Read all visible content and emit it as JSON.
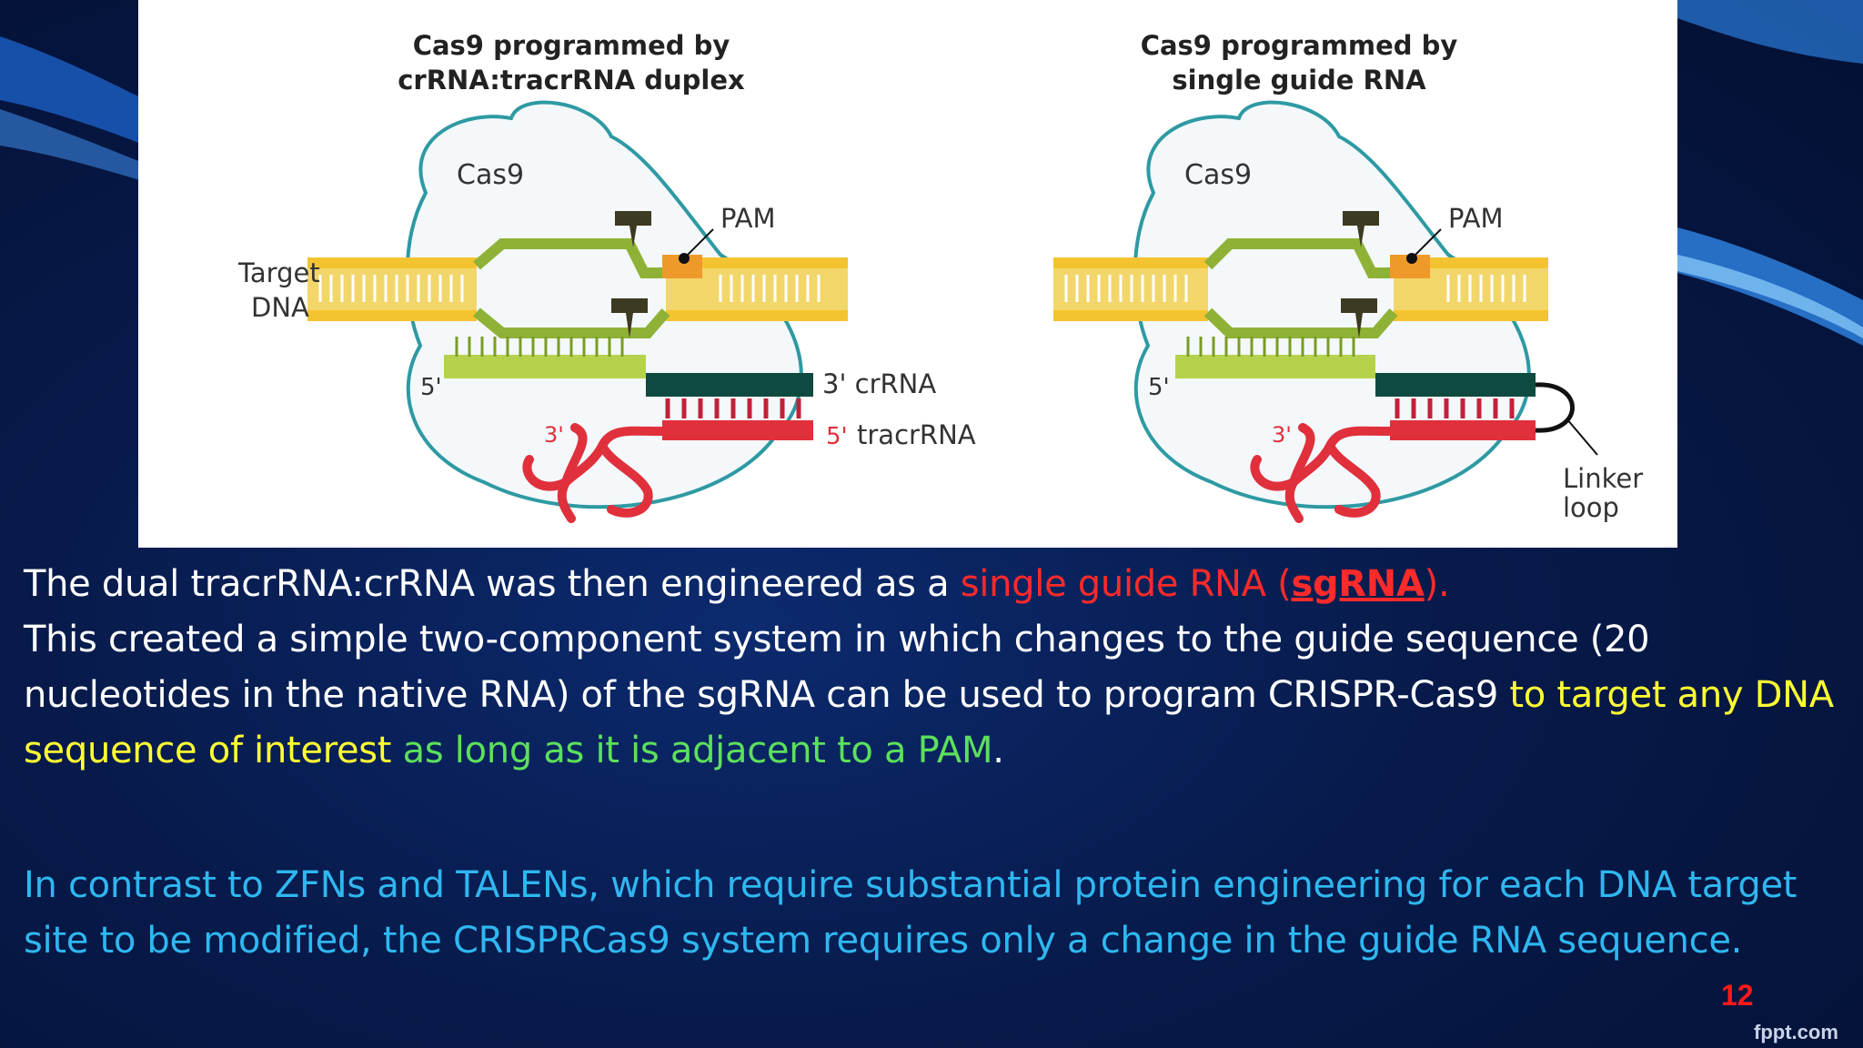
{
  "figure": {
    "left_panel": {
      "title_line1": "Cas9 programmed by",
      "title_line2": "crRNA:tracrRNA duplex",
      "cas9_label": "Cas9",
      "pam_label": "PAM",
      "target_dna_line1": "Target",
      "target_dna_line2": "DNA",
      "five_prime": "5'",
      "three_prime": "3'",
      "crrna_label": "3' crRNA",
      "tracrrna_prime": "5'",
      "tracrrna_label": "tracrRNA"
    },
    "right_panel": {
      "title_line1": "Cas9 programmed by",
      "title_line2": "single guide RNA",
      "cas9_label": "Cas9",
      "pam_label": "PAM",
      "five_prime": "5'",
      "three_prime": "3'",
      "linker_line1": "Linker",
      "linker_line2": "loop"
    },
    "colors": {
      "dna_yellow": "#f2c531",
      "rna_green": "#9bbf3a",
      "pam_orange": "#e8902a",
      "cas9_outline": "#3a9aa0",
      "crrna_dark": "#0e4a3f",
      "tracrrna_red": "#e0303c"
    }
  },
  "body_text": {
    "p1_a": "The dual tracrRNA:crRNA was then engineered as a ",
    "p1_red": "single guide RNA (",
    "p1_red_u": "sgRNA",
    "p1_red_end": ").",
    "p2_a": "This created a simple two-component system in which changes to the guide sequence (20 nucleotides in the native RNA) of the sgRNA can be used to program CRISPR-Cas9 ",
    "p2_yellow": "to target any DNA sequence of interest",
    "p2_green": " as long as it is adjacent to a PAM",
    "p2_end": ".",
    "p3": "In contrast to ZFNs and TALENs, which require substantial protein engineering for each DNA target site to be modified, the CRISPRCas9 system requires only a change in the guide RNA sequence."
  },
  "slide_number": "12",
  "watermark": "fppt.com"
}
